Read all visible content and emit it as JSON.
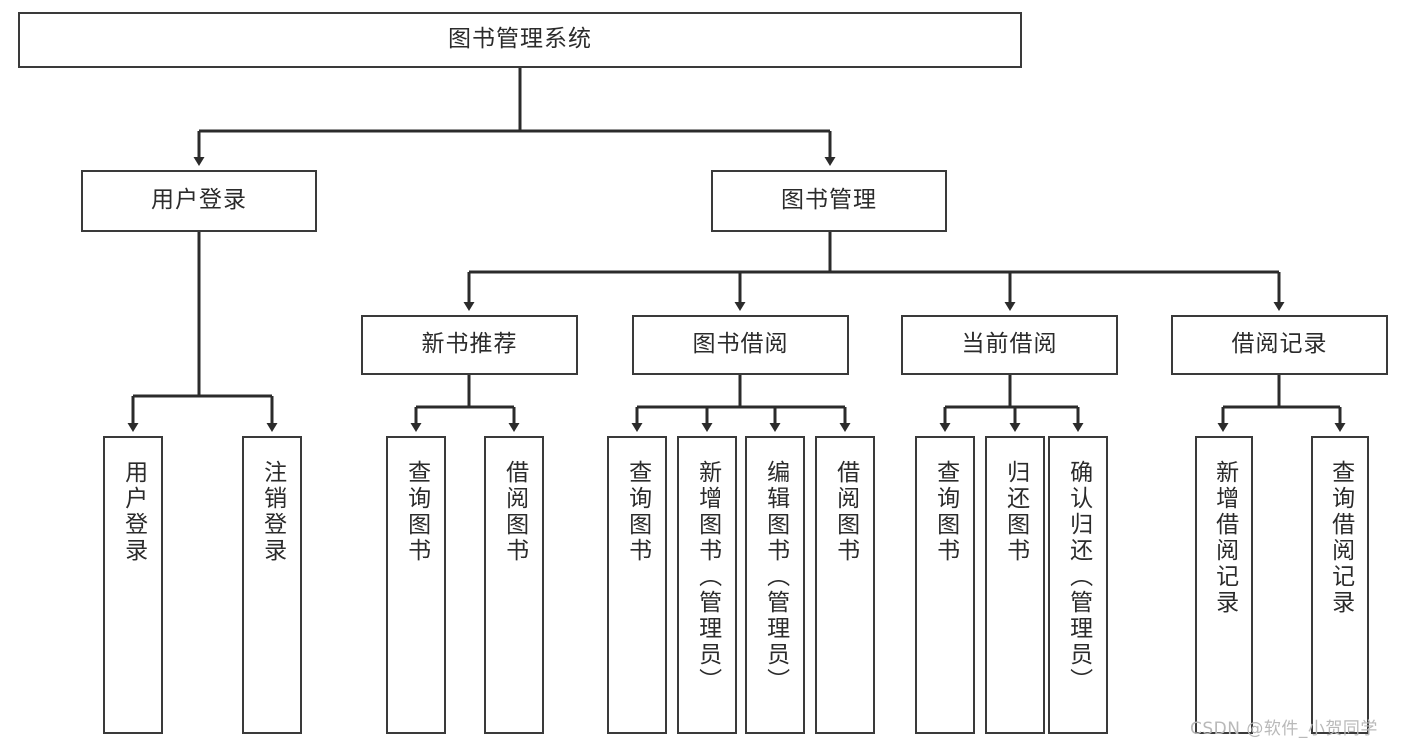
{
  "diagram": {
    "title": "图书管理系统",
    "type": "tree",
    "orientation": "top-down",
    "background_color": "#ffffff",
    "node_border_color": "#3a3a3a",
    "node_fill_color": "#ffffff",
    "text_color": "#2b2b2b",
    "edge_color": "#2b2b2b"
  },
  "nodes": {
    "root": {
      "label": "图书管理系统"
    },
    "level2": [
      {
        "id": "user-login",
        "label": "用户登录"
      },
      {
        "id": "book-management",
        "label": "图书管理"
      }
    ],
    "level3": [
      {
        "id": "new-book-recommend",
        "label": "新书推荐"
      },
      {
        "id": "book-borrow",
        "label": "图书借阅"
      },
      {
        "id": "current-borrow",
        "label": "当前借阅"
      },
      {
        "id": "borrow-record",
        "label": "借阅记录"
      }
    ],
    "leaves": {
      "user-login": [
        {
          "id": "leaf-user-login",
          "label": "用户登录"
        },
        {
          "id": "leaf-logout-login",
          "label": "注销登录"
        }
      ],
      "new-book-recommend": [
        {
          "id": "leaf-query-book-1",
          "label": "查询图书"
        },
        {
          "id": "leaf-borrow-book-1",
          "label": "借阅图书"
        }
      ],
      "book-borrow": [
        {
          "id": "leaf-query-book-2",
          "label": "查询图书"
        },
        {
          "id": "leaf-add-book",
          "label": "新增图书（管理员）"
        },
        {
          "id": "leaf-edit-book",
          "label": "编辑图书（管理员）"
        },
        {
          "id": "leaf-borrow-book-2",
          "label": "借阅图书"
        }
      ],
      "current-borrow": [
        {
          "id": "leaf-query-book-3",
          "label": "查询图书"
        },
        {
          "id": "leaf-return-book",
          "label": "归还图书"
        },
        {
          "id": "leaf-confirm-return",
          "label": "确认归还（管理员）"
        }
      ],
      "borrow-record": [
        {
          "id": "leaf-add-record",
          "label": "新增借阅记录"
        },
        {
          "id": "leaf-query-record",
          "label": "查询借阅记录"
        }
      ]
    }
  },
  "watermark": {
    "text": "CSDN @软件_小贺同学"
  }
}
